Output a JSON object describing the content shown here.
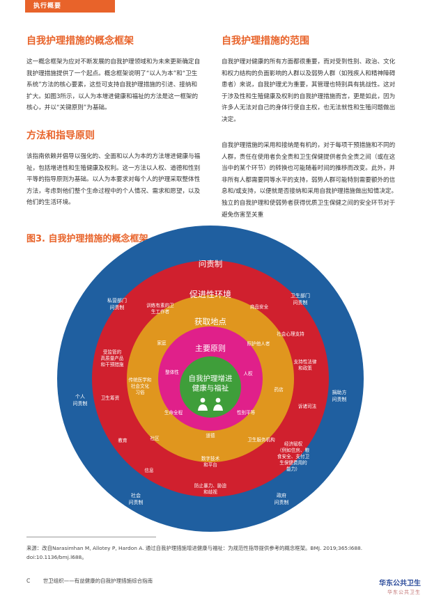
{
  "header": {
    "tag": "执行概要"
  },
  "left": {
    "h1": "自我护理措施的概念框架",
    "p1": "这一概念框架为应对不断发展的自我护理领域和为未来更新确定自我护理措施提供了一个起点。概念框架说明了“以人为本”和“卫生系统”方法的核心要素，这些可支持自我护理措施的引进、接纳和扩大。如图3所示，以人为本增进健康和福祉的方法是这一框架的核心，并以“关键原则”为基础。",
    "h2": "方法和指导原则",
    "p2": "该指南依赖并倡导以强化的、全面和以人为本的方法增进健康与福祉，包括增进性和生殖健康及权利。这一方法以人权、道德和性别平等的指导原则为基础。以人为本要求对每个人的护理采取整体性方法，考虑到他们整个生命过程中的个人情况、需求和愿望，以及他们的生活环境。"
  },
  "right": {
    "h1": "自我护理措施的范围",
    "p1": "自我护理对健康的所有方面都很重要，而对受到性别、政治、文化和权力结构的负面影响的人群以及弱势人群（如残疾人和精神障碍患者）来说，自我护理尤为重要，其管理也特别具有挑战性。这对于涉及性和生殖健康及权利的自我护理措施而言，更是如此，因为许多人无法对自己的身体行使自主权，也无法就性和生殖问题做出决定。",
    "p2": "自我护理措施的采用和接纳是有机的，对于每项干预措施和不同的人群，责任在使用者负全责和卫生保健提供者负全责之间（或在这当中的某个环节）的转换也可能随着时间的推移而改变。此外，并非所有人都需要同等水平的支持，弱势人群可能特别需要额外的信息和/或支持，以便就是否接纳和采用自我护理措施做出知情决定。独立的自我护理和使弱势者获得优质卫生保健之间的安全环节对于避免伤害至关重"
  },
  "figure": {
    "label": "图3.",
    "title": "自我护理措施的概念框架",
    "colors": {
      "blue": "#1f5fa0",
      "red": "#d0202e",
      "orange": "#e0961e",
      "magenta": "#e0208a",
      "green": "#3f9e3a"
    },
    "rings": {
      "outer": "问责制",
      "enabling": "促进性环境",
      "access": "获取地点",
      "principles": "主要原则"
    },
    "center": {
      "line1": "自我护理增进",
      "line2": "健康与福祉"
    },
    "outer_labels": {
      "private": [
        "私营部门",
        "问责制"
      ],
      "health_sector": [
        "卫生部门",
        "问责制"
      ],
      "personal": [
        "个人",
        "问责制"
      ],
      "donor": [
        "捐助方",
        "问责制"
      ],
      "society": [
        "社会",
        "问责制"
      ],
      "government": [
        "政府",
        "问责制"
      ]
    },
    "red_labels": {
      "trained_workers": [
        "训练有素的卫",
        "生工作者"
      ],
      "product_safety": [
        "商品安全"
      ],
      "social_support": [
        "社会心理支持"
      ],
      "quality_products": [
        "受监管的",
        "高质量产品",
        "和干预措施"
      ],
      "supportive_law": [
        "支持性法律",
        "和政策"
      ],
      "health_financing": [
        "卫生筹资"
      ],
      "justice": [
        "诉诸司法"
      ],
      "education": [
        "教育"
      ],
      "economic_empowerment": [
        "经济赋权",
        "（例如住房、粮",
        "食安全、支付卫",
        "生保健费用的",
        "能力）"
      ],
      "information": [
        "信息"
      ],
      "violence_prevention": [
        "防止暴力、胁迫",
        "和歧视"
      ]
    },
    "orange_labels": {
      "home": [
        "家庭"
      ],
      "caregivers": [
        "照护他人者"
      ],
      "traditional": [
        "传统医学和",
        "社会文化",
        "习俗"
      ],
      "pharmacy": [
        "药店"
      ],
      "community": [
        "社区"
      ],
      "health_facilities": [
        "卫生服务机构"
      ],
      "digital": [
        "数字技术",
        "和平台"
      ]
    },
    "magenta_labels": {
      "holistic": [
        "整体性"
      ],
      "human_rights": [
        "人权"
      ],
      "life_course": [
        "生命全程"
      ],
      "gender_equality": [
        "性别平等"
      ],
      "ethics": [
        "道德"
      ]
    }
  },
  "source": "来源：改自Narasimhan M, Allotey P, Hardon A. 通过自我护理措施增进健康与福祉：为规范性指导提供参考的概念框架。BMJ. 2019;365:l688. doi:10.1136/bmj.l688。",
  "footer": {
    "page": "C",
    "text": "世卫组织——有益健康的自我护理措施综合指南"
  },
  "watermark": {
    "line1": "华东公共卫生",
    "line2": "华东公共卫生"
  }
}
